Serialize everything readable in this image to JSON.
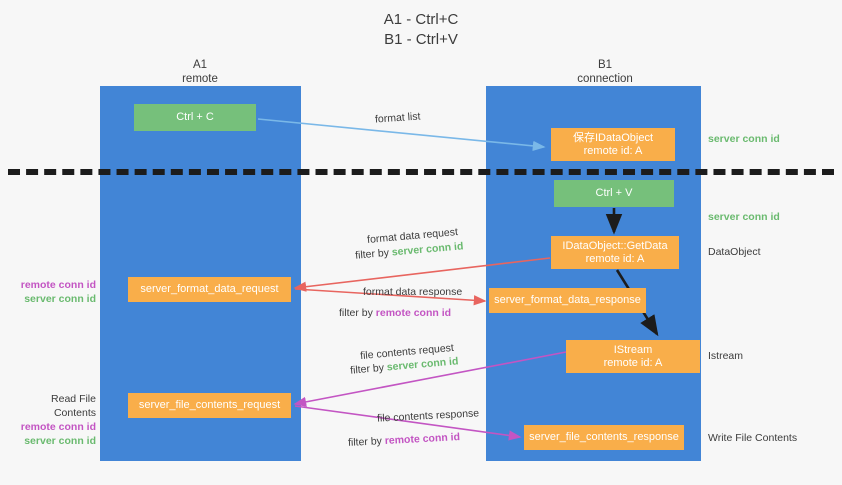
{
  "title": {
    "line1": "A1 - Ctrl+C",
    "line2": "B1 - Ctrl+V"
  },
  "columns": [
    {
      "name": "A1",
      "sub": "remote"
    },
    {
      "name": "B1",
      "sub": "connection"
    }
  ],
  "colors": {
    "lane": "#4285d6",
    "green_node": "#76c07b",
    "orange_node": "#f9ae4a",
    "server_conn_id": "#6aba6f",
    "remote_conn_id": "#c355c3",
    "arrow_blue": "#7ab8e8",
    "arrow_red": "#e8655f",
    "arrow_magenta": "#c355c3",
    "arrow_dark": "#1c1c1c",
    "background": "#f7f7f7"
  },
  "nodes": {
    "ctrl_c": {
      "label": "Ctrl + C"
    },
    "ctrl_v": {
      "label": "Ctrl + V"
    },
    "idataobject": {
      "line1": "保存IDataObject",
      "line2": "remote id: A"
    },
    "getdata": {
      "line1": "IDataObject::GetData",
      "line2": "remote id: A"
    },
    "istream": {
      "line1": "IStream",
      "line2": "remote id: A"
    },
    "server_format_data_request": {
      "label": "server_format_data_request"
    },
    "server_format_data_response": {
      "label": "server_format_data_response"
    },
    "server_file_contents_request": {
      "label": "server_file_contents_request"
    },
    "server_file_contents_response": {
      "label": "server_file_contents_response"
    }
  },
  "edge_labels": {
    "format_list": "format list",
    "format_data_request": "format data request",
    "format_data_request_filter_prefix": "filter by ",
    "format_data_request_filter_key": "server conn id",
    "format_data_response": "format data response",
    "format_data_response_filter_prefix": "filter by ",
    "format_data_response_filter_key": "remote conn id",
    "file_contents_request": "file contents request",
    "file_contents_request_filter_prefix": "filter by ",
    "file_contents_request_filter_key": "server conn id",
    "file_contents_response": "file contents response",
    "file_contents_response_filter_prefix": "filter by ",
    "file_contents_response_filter_key": "remote conn id"
  },
  "annotations": {
    "right": [
      {
        "text": "server conn id",
        "kind": "server"
      },
      {
        "text": "server conn id",
        "kind": "server"
      },
      {
        "text": "DataObject",
        "kind": "plain"
      },
      {
        "text": "Istream",
        "kind": "plain"
      },
      {
        "text": "Write File Contents",
        "kind": "plain"
      }
    ],
    "left_block_1": {
      "line1": "remote conn id",
      "line2": "server conn id"
    },
    "left_block_2": {
      "header": "Read File Contents",
      "line1": "remote conn id",
      "line2": "server conn id"
    }
  }
}
